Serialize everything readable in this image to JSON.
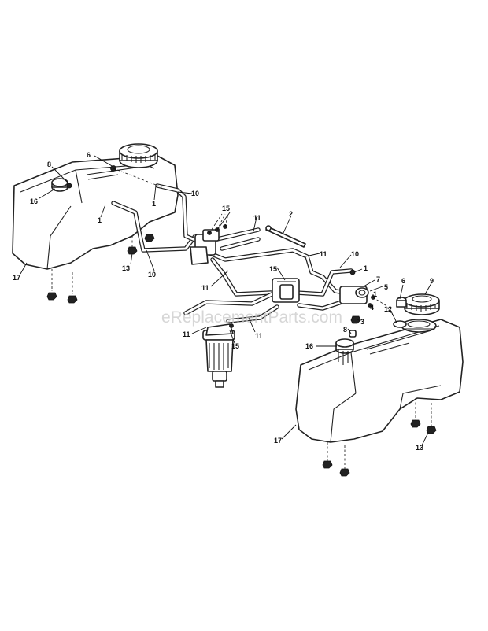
{
  "watermark": "eReplacementParts.com",
  "callouts": [
    {
      "id": "c-8-left",
      "label": "8"
    },
    {
      "id": "c-6-left",
      "label": "6"
    },
    {
      "id": "c-16-left",
      "label": "16"
    },
    {
      "id": "c-1-left-a",
      "label": "1"
    },
    {
      "id": "c-1-left-b",
      "label": "1"
    },
    {
      "id": "c-10-top",
      "label": "10"
    },
    {
      "id": "c-15-top",
      "label": "15"
    },
    {
      "id": "c-11-top",
      "label": "11"
    },
    {
      "id": "c-2",
      "label": "2"
    },
    {
      "id": "c-13-left",
      "label": "13"
    },
    {
      "id": "c-10-left",
      "label": "10"
    },
    {
      "id": "c-17-left",
      "label": "17"
    },
    {
      "id": "c-11-mid",
      "label": "11"
    },
    {
      "id": "c-10-right",
      "label": "10"
    },
    {
      "id": "c-11-center",
      "label": "11"
    },
    {
      "id": "c-15-center",
      "label": "15"
    },
    {
      "id": "c-1-right-a",
      "label": "1"
    },
    {
      "id": "c-7",
      "label": "7"
    },
    {
      "id": "c-5",
      "label": "5"
    },
    {
      "id": "c-1-right-b",
      "label": "1"
    },
    {
      "id": "c-4",
      "label": "4"
    },
    {
      "id": "c-3",
      "label": "3"
    },
    {
      "id": "c-6-right",
      "label": "6"
    },
    {
      "id": "c-9",
      "label": "9"
    },
    {
      "id": "c-12",
      "label": "12"
    },
    {
      "id": "c-8-right",
      "label": "8"
    },
    {
      "id": "c-11-low-left",
      "label": "11"
    },
    {
      "id": "c-11-low-right",
      "label": "11"
    },
    {
      "id": "c-15-low",
      "label": "15"
    },
    {
      "id": "c-16-right",
      "label": "16"
    },
    {
      "id": "c-17-right",
      "label": "17"
    },
    {
      "id": "c-13-right",
      "label": "13"
    }
  ]
}
